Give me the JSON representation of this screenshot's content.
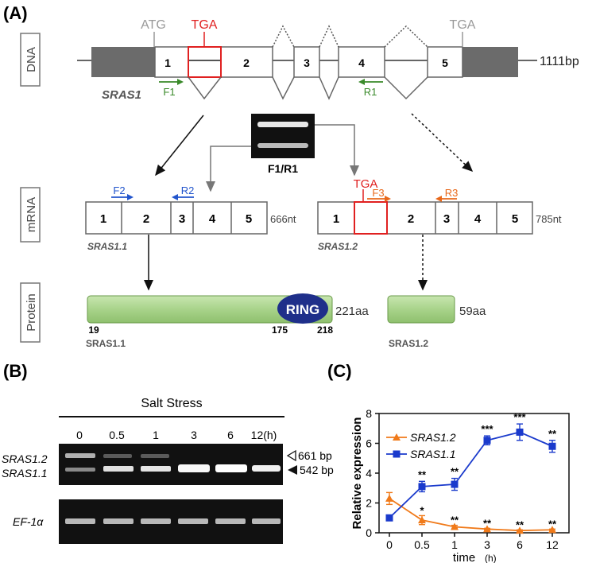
{
  "colors": {
    "exon_fill": "#ffffff",
    "exon_stroke": "#555555",
    "utr_fill": "#6b6b6b",
    "tga_red": "#e02020",
    "primer_green": "#3a8a2a",
    "primer_blue": "#2255cc",
    "primer_orange": "#e8681a",
    "protein_fill": "#a8d38a",
    "ring_fill": "#1f2f8a",
    "series_orange": "#f07a1a",
    "series_blue": "#1a3acc",
    "gel_bg": "#111111"
  },
  "panelA": {
    "label": "(A)",
    "dna": {
      "row_label": "DNA",
      "atg": "ATG",
      "tga1": "TGA",
      "tga2": "TGA",
      "exons": [
        "1",
        "2",
        "3",
        "4",
        "5"
      ],
      "length": "1111bp",
      "gene": "SRAS1",
      "f1": "F1",
      "r1": "R1"
    },
    "gel_label": "F1/R1",
    "mrna": {
      "row_label": "mRNA",
      "left": {
        "exons": [
          "1",
          "2",
          "3",
          "4",
          "5"
        ],
        "length": "666nt",
        "name": "SRAS1.1",
        "f2": "F2",
        "r2": "R2"
      },
      "right": {
        "exons": [
          "1",
          "2",
          "3",
          "4",
          "5"
        ],
        "length": "785nt",
        "name": "SRAS1.2",
        "tga": "TGA",
        "f3": "F3",
        "r3": "R3"
      }
    },
    "protein": {
      "row_label": "Protein",
      "left": {
        "ring": "RING",
        "length": "221aa",
        "pos_start": "19",
        "pos_ring": "175",
        "pos_end": "218",
        "name": "SRAS1.1"
      },
      "right": {
        "length": "59aa",
        "name": "SRAS1.2"
      }
    }
  },
  "panelB": {
    "label": "(B)",
    "title": "Salt Stress",
    "lanes": [
      "0",
      "0.5",
      "1",
      "3",
      "6",
      "12(h)"
    ],
    "row1_labels": [
      "SRAS1.2",
      "SRAS1.1"
    ],
    "row2_label": "EF-1α",
    "band_labels": [
      "661 bp",
      "542 bp"
    ]
  },
  "panelC": {
    "label": "(C)"
  },
  "chart_data": {
    "type": "line",
    "x": [
      0,
      0.5,
      1,
      3,
      6,
      12
    ],
    "x_tick_labels": [
      "0",
      "0.5",
      "1",
      "3",
      "6",
      "12"
    ],
    "xlabel": "time",
    "xlabel_unit": "(h)",
    "ylabel": "Relative expression",
    "ylim": [
      0,
      8
    ],
    "yticks": [
      "0",
      "2",
      "4",
      "6",
      "8"
    ],
    "legend_position": "top-left",
    "series": [
      {
        "name": "SRAS1.2",
        "marker": "triangle",
        "values": [
          2.3,
          0.85,
          0.4,
          0.25,
          0.15,
          0.2
        ],
        "errors": [
          0.4,
          0.3,
          0.1,
          0.05,
          0.05,
          0.05
        ],
        "significance": [
          "",
          "*",
          "**",
          "**",
          "**",
          "**"
        ]
      },
      {
        "name": "SRAS1.1",
        "marker": "square",
        "values": [
          1.0,
          3.1,
          3.25,
          6.2,
          6.75,
          5.8
        ],
        "errors": [
          0.05,
          0.35,
          0.4,
          0.3,
          0.55,
          0.4
        ],
        "significance": [
          "",
          "**",
          "**",
          "***",
          "***",
          "**"
        ]
      }
    ]
  }
}
